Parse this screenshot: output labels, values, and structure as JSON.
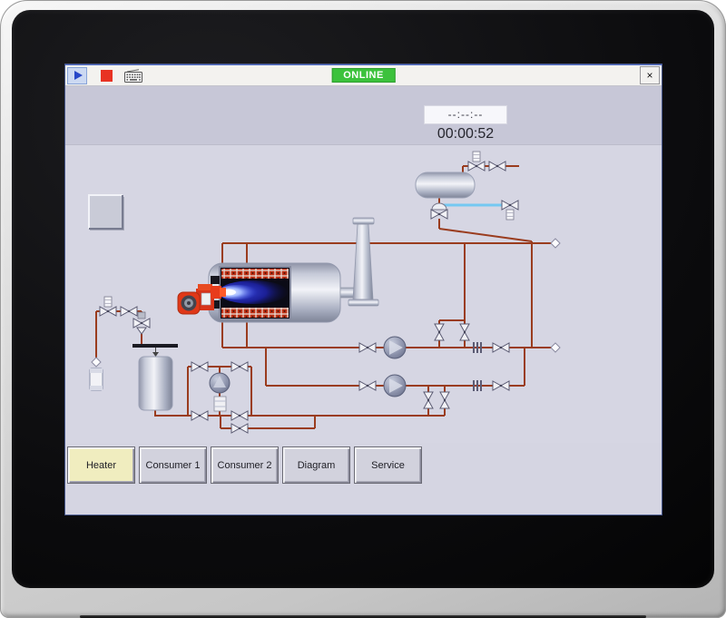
{
  "window": {
    "toolbar": {
      "online_label": "ONLINE",
      "close_label": "×",
      "icons": {
        "play": "play-triangle",
        "stop": "stop-square",
        "keyboard": "keyboard",
        "close": "close-x"
      }
    },
    "header": {
      "time_display": "--:--:--",
      "elapsed_time": "00:00:52"
    },
    "nav": {
      "buttons": [
        {
          "label": "Heater",
          "active": true
        },
        {
          "label": "Consumer 1",
          "active": false
        },
        {
          "label": "Consumer 2",
          "active": false
        },
        {
          "label": "Diagram",
          "active": false
        },
        {
          "label": "Service",
          "active": false
        }
      ]
    },
    "colors": {
      "online_green": "#3cc23c",
      "play_blue": "#2848c8",
      "stop_red": "#e83323",
      "pipe_brown": "#9a3c1e",
      "pipe_cyan": "#74c8f2",
      "header_bg": "#c7c7d7",
      "diagram_bg": "#d6d6e3",
      "active_button_yellow": "#f0edbf",
      "flame_blue": "#2a35d8"
    }
  }
}
